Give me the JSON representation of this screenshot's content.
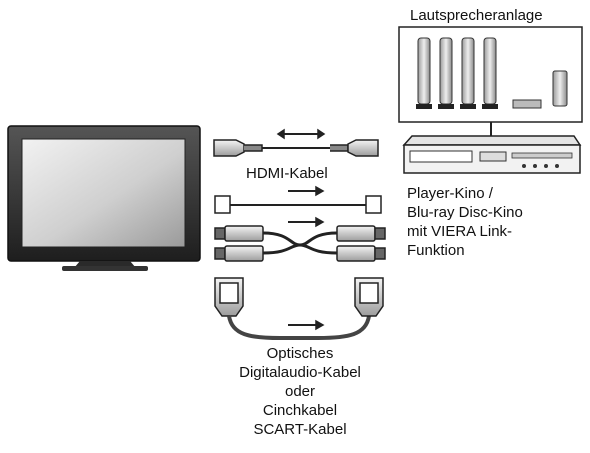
{
  "labels": {
    "speaker_system": "Lautsprecheranlage",
    "hdmi_cable": "HDMI-Kabel",
    "player": [
      "Player-Kino /",
      "Blu-ray Disc-Kino",
      "mit VIERA Link-",
      "Funktion"
    ],
    "cables": [
      "Optisches",
      "Digitalaudio-Kabel",
      "oder",
      "Cinchkabel",
      "SCART-Kabel"
    ]
  },
  "icons": {
    "tv": "tv-icon",
    "speakers": "speaker-system-icon",
    "player": "blu-ray-player-icon",
    "hdmi": "hdmi-cable-icon",
    "optical": "optical-cable-icon",
    "rca": "rca-cable-icon",
    "scart": "scart-cable-icon"
  }
}
